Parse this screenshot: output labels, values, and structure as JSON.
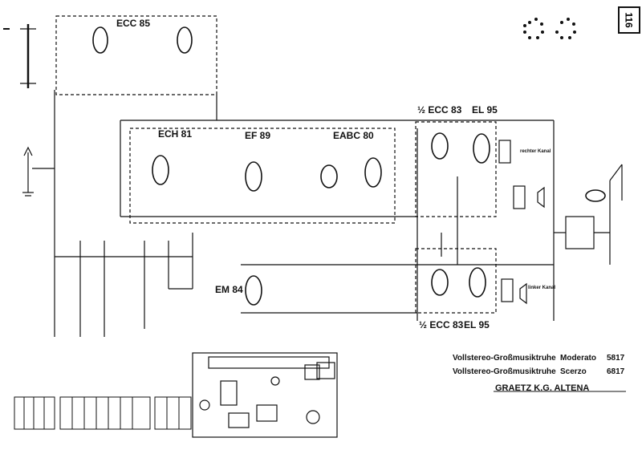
{
  "page_number": "116",
  "tubes": {
    "ecc85": "ECC 85",
    "ech81": "ECH 81",
    "ef89": "EF 89",
    "eabc80": "EABC 80",
    "ecc83_top": "½ ECC 83",
    "el95_top": "EL 95",
    "em84": "EM 84",
    "ecc83_bottom": "½ ECC 83",
    "el95_bottom": "EL 95"
  },
  "channel_labels": {
    "right": "rechter Kanal",
    "left": "linker Kanal"
  },
  "products": [
    {
      "name": "Vollstereo-Großmusiktruhe",
      "model": "Moderato",
      "number": "5817"
    },
    {
      "name": "Vollstereo-Großmusiktruhe",
      "model": "Scerzo",
      "number": "6817"
    }
  ],
  "manufacturer": "GRAETZ K.G. ALTENA",
  "colors": {
    "ink": "#111111",
    "paper": "#ffffff"
  }
}
